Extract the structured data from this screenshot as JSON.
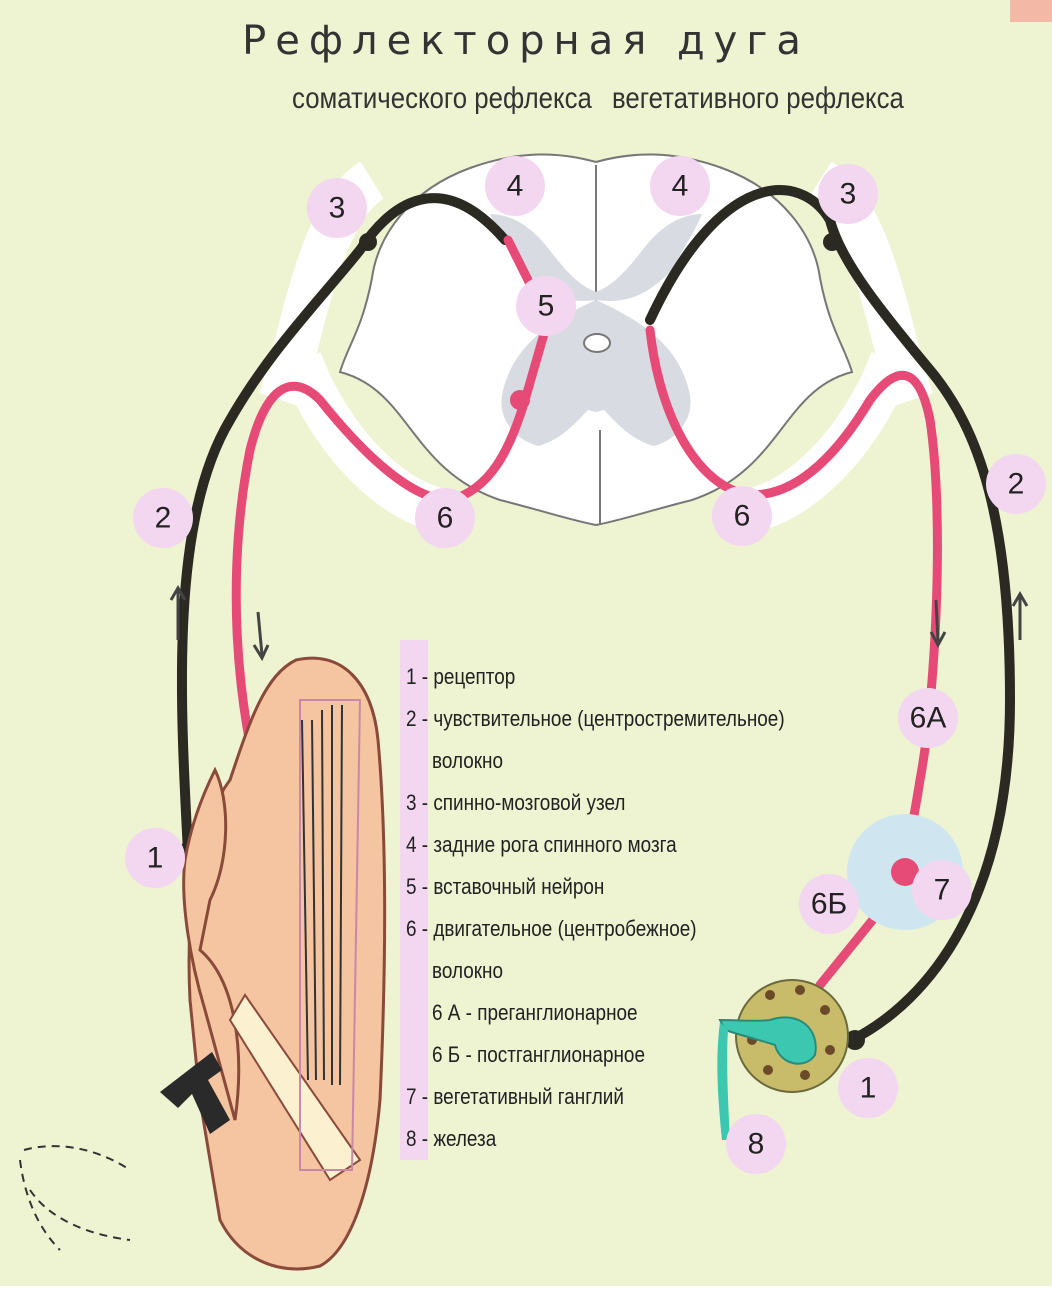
{
  "title": "Рефлекторная  дуга",
  "subtitles": {
    "somatic": "соматического рефлекса",
    "vegetative": "вегетативного рефлекса"
  },
  "markers": [
    "1",
    "2",
    "3",
    "4",
    "5",
    "6",
    "6А",
    "6Б",
    "7",
    "8"
  ],
  "legend": [
    "1 - рецептор",
    "2 - чувствительное  (центростремительное)",
    "волокно",
    "3 - спинно-мозговой узел",
    "4 - задние рога спинного мозга",
    "5 - вставочный нейрон",
    "6 - двигательное (центробежное)",
    "волокно",
    "6 А - преганглионарное",
    "6 Б - постганглионарное",
    "7 - вегетативный ганглий",
    "8 - железа"
  ],
  "colors": {
    "background": "#eef3d2",
    "badge": "#f3d6f0",
    "sensory_fiber": "#2a2a22",
    "motor_fiber": "#e64b78",
    "grey_matter": "#d8dce2",
    "skin": "#f5c4a0",
    "ganglion": "#cfe6f0",
    "gland": "#c8bc6a",
    "secretion": "#3cc8b0"
  }
}
